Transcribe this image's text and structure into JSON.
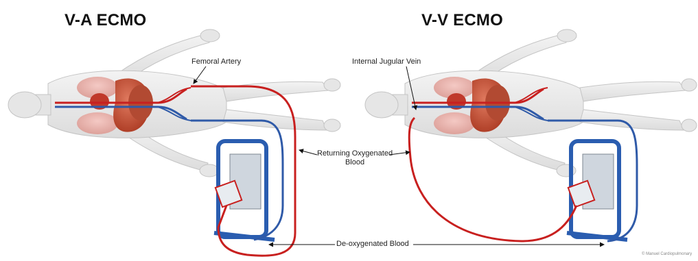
{
  "titles": {
    "left": "V-A ECMO",
    "right": "V-V ECMO"
  },
  "labels": {
    "femoral_artery": "Femoral Artery",
    "internal_jugular_vein": "Internal Jugular Vein",
    "returning_line1": "Returning Oxygenated",
    "returning_line2": "Blood",
    "deoxygenated": "De-oxygenated Blood"
  },
  "credit": "© Manuel Cardiopulmonary",
  "colors": {
    "oxygenated": "#c8201f",
    "deoxygenated": "#2f5aa8",
    "body_fill": "#e9e9e9",
    "body_stroke": "#c4c4c4",
    "organ": "#c24a33",
    "machine": "#2a5db0"
  }
}
